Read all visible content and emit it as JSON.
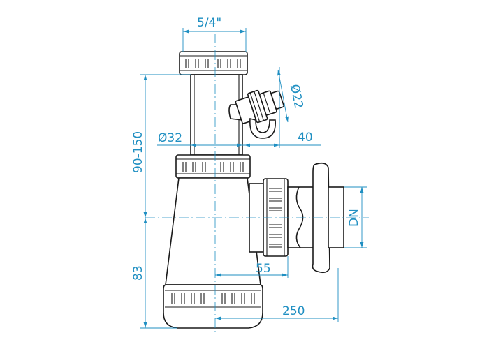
{
  "diagram": {
    "colors": {
      "outline": "#1a1a1a",
      "dimension": "#1f8fc2",
      "background": "#ffffff"
    },
    "dimensions": {
      "thread_size": "5/4\"",
      "side_inlet_diameter": "Ø22",
      "side_inlet_offset": "40",
      "tube_diameter": "Ø32",
      "height_adjust_range": "90-150",
      "bottom_height": "83",
      "outlet_offset": "55",
      "overall_depth": "250",
      "outlet_nominal": "DN"
    }
  }
}
